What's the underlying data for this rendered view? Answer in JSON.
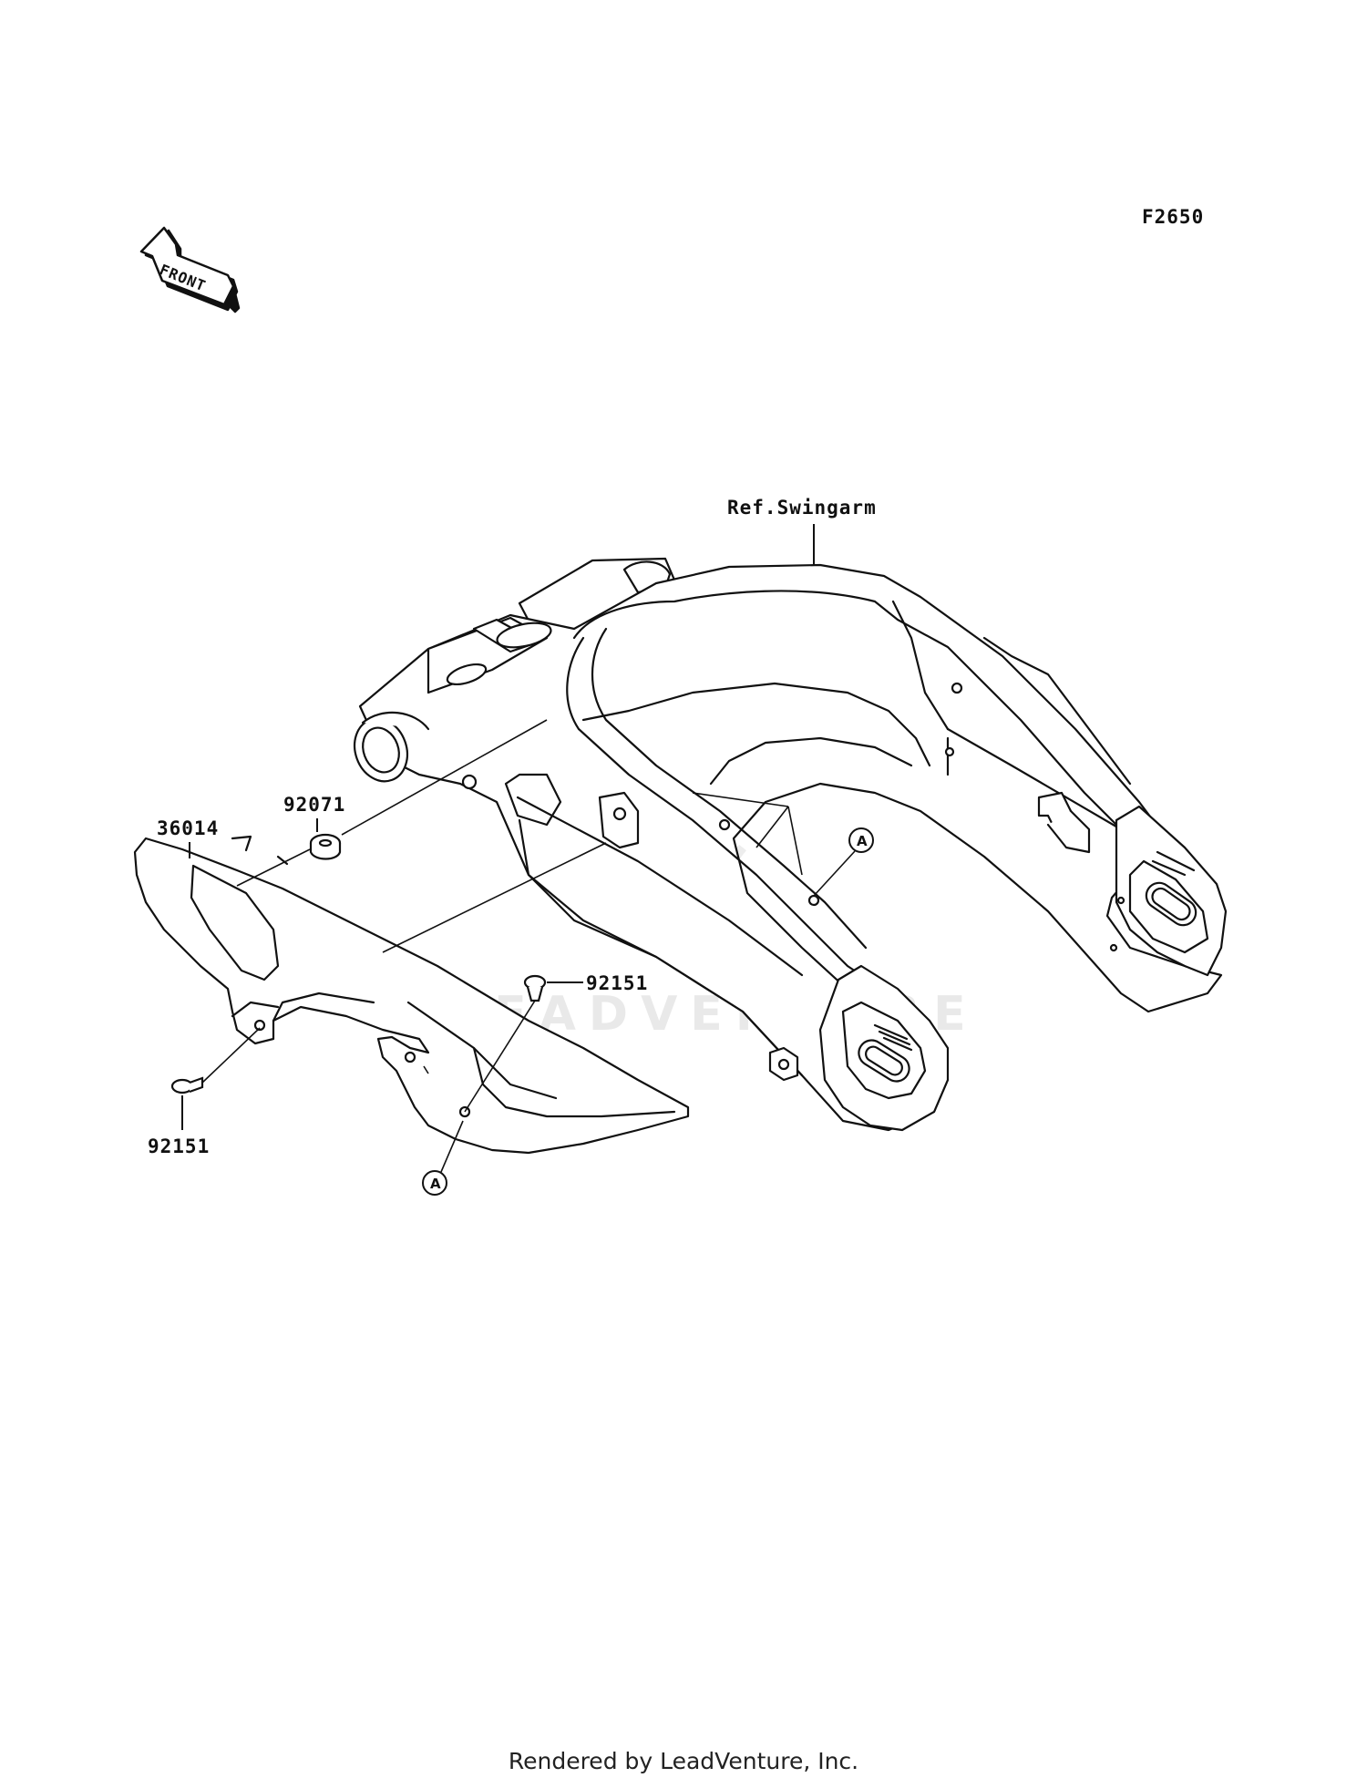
{
  "diagram": {
    "code": "F2650",
    "front_arrow_label": "FRONT",
    "ref_label": "Ref.Swingarm",
    "callout_letter": "A",
    "parts": [
      {
        "number": "92071"
      },
      {
        "number": "36014"
      },
      {
        "number": "92151"
      },
      {
        "number": "92151"
      }
    ],
    "watermark": "LEADVENTURE"
  },
  "footer": {
    "text": "Rendered by LeadVenture, Inc."
  },
  "colors": {
    "line": "#111111",
    "background": "#ffffff",
    "watermark": "#e9e9e9"
  }
}
